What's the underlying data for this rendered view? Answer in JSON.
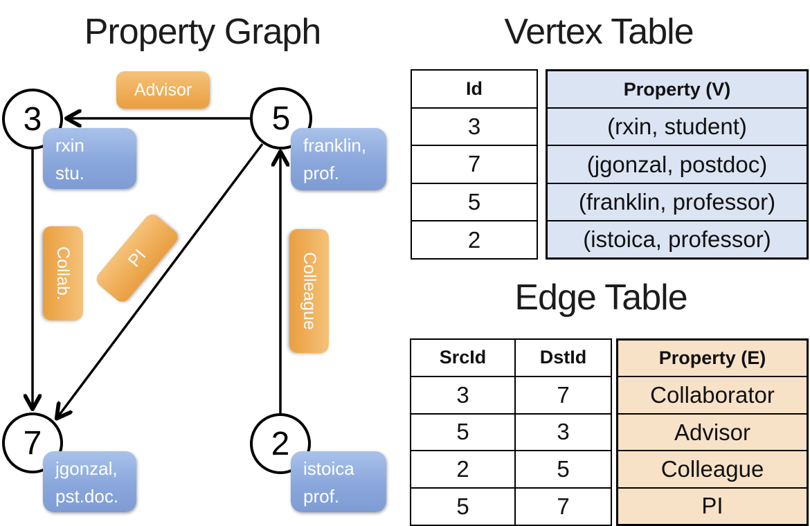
{
  "colors": {
    "node_box_top": "#a9c2ea",
    "node_box_bottom": "#7e9cd4",
    "edge_label_top": "#f5c27b",
    "edge_label_bottom": "#e99f41",
    "vertex_property_fill": "#dbe4f3",
    "edge_property_fill": "#f8e2c7",
    "line_color": "#000000"
  },
  "diagram": {
    "title": "Property Graph",
    "nodes": [
      {
        "id": "3",
        "property": [
          "rxin",
          "stu."
        ]
      },
      {
        "id": "5",
        "property": [
          "franklin,",
          "prof."
        ]
      },
      {
        "id": "7",
        "property": [
          "jgonzal,",
          "pst.doc."
        ]
      },
      {
        "id": "2",
        "property": [
          "istoica",
          "prof."
        ]
      }
    ],
    "edge_labels": [
      {
        "text": "Advisor"
      },
      {
        "text": "Collab."
      },
      {
        "text": "PI"
      },
      {
        "text": "Colleague"
      }
    ]
  },
  "vertex_table": {
    "title": "Vertex Table",
    "id_header": "Id",
    "property_header": "Property (V)",
    "rows": [
      [
        "3",
        "(rxin, student)"
      ],
      [
        "7",
        "(jgonzal, postdoc)"
      ],
      [
        "5",
        "(franklin, professor)"
      ],
      [
        "2",
        "(istoica, professor)"
      ]
    ]
  },
  "edge_table": {
    "title": "Edge Table",
    "src_header": "SrcId",
    "dst_header": "DstId",
    "property_header": "Property (E)",
    "rows": [
      [
        "3",
        "7",
        "Collaborator"
      ],
      [
        "5",
        "3",
        "Advisor"
      ],
      [
        "2",
        "5",
        "Colleague"
      ],
      [
        "5",
        "7",
        "PI"
      ]
    ]
  }
}
